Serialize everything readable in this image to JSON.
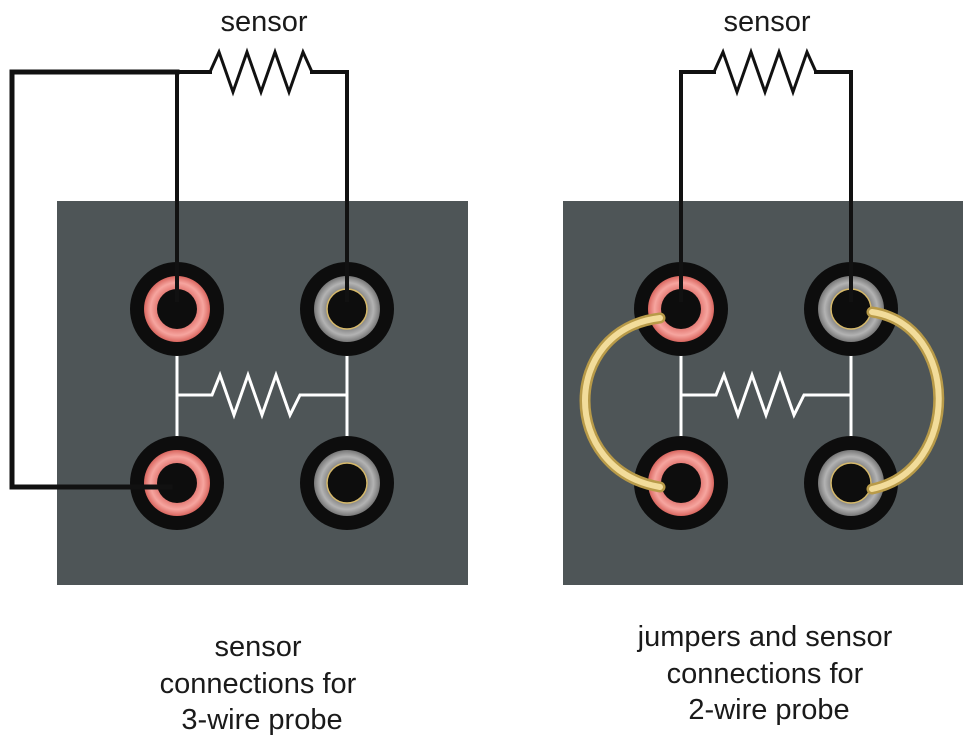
{
  "labels": {
    "left_sensor": "sensor",
    "right_sensor": "sensor",
    "left_caption": [
      "sensor",
      "connections for",
      "3-wire probe"
    ],
    "right_caption": [
      "jumpers and sensor",
      "connections for",
      "2-wire probe"
    ]
  },
  "colors": {
    "panel": "#4e5557",
    "terminal_red": "#f0908a",
    "terminal_gray": "#9a9a9a",
    "jumper": "#e8d08a",
    "wire": "#111111",
    "internal_wire": "#ffffff"
  }
}
